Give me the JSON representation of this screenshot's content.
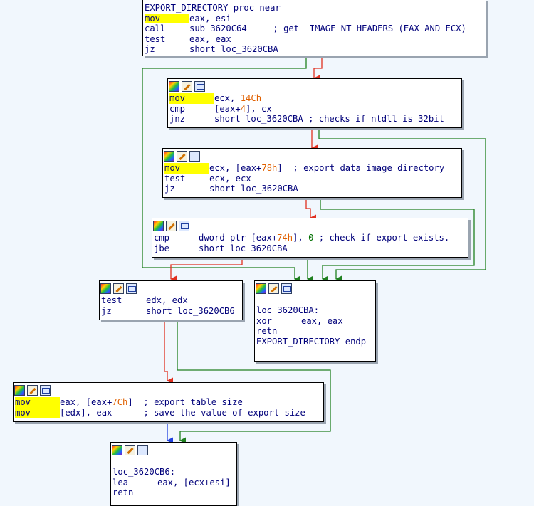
{
  "colors": {
    "background": "#f1f7fd",
    "node_fill": "#ffffff",
    "text": "#00007a",
    "highlight": "#ffff00",
    "hex_number": "#e06000",
    "zero_number": "#007000",
    "edge_false": "#e03020",
    "edge_true": "#208020",
    "edge_unconditional": "#2040e0"
  },
  "header_icons": [
    "graph-overview-icon",
    "rename-icon",
    "xrefs-icon"
  ],
  "block1": {
    "proc_line": "EXPORT_DIRECTORY proc near",
    "lines": [
      {
        "mnem": "mov",
        "ops": "eax, esi",
        "extra": ""
      },
      {
        "mnem": "call",
        "ops": "sub_3620C64",
        "extra": "     ; get _IMAGE_NT_HEADERS (EAX AND ECX)"
      },
      {
        "mnem": "test",
        "ops": "eax, eax",
        "extra": ""
      },
      {
        "mnem": "jz",
        "ops": "short loc_3620CBA",
        "extra": ""
      }
    ]
  },
  "block2": {
    "l1": {
      "mnem": "mov",
      "pre": "ecx, ",
      "num": "14Ch",
      "post": ""
    },
    "l2": {
      "mnem": "cmp",
      "pre": "[eax+",
      "num": "4",
      "post": "], cx"
    },
    "l3": {
      "mnem": "jnz",
      "text": "short loc_3620CBA ; checks if ntdll is 32bit"
    }
  },
  "block3": {
    "l1": {
      "mnem": "mov",
      "pre": "ecx, [eax+",
      "num": "78h",
      "post": "]  ; export data image directory"
    },
    "l2": {
      "mnem": "test",
      "text": "ecx, ecx"
    },
    "l3": {
      "mnem": "jz",
      "text": "short loc_3620CBA"
    }
  },
  "block4": {
    "l1": {
      "mnem": "cmp",
      "pre": "dword ptr [eax+",
      "num": "74h",
      "mid": "], ",
      "zero": "0",
      "post": " ; check if export exists."
    },
    "l2": {
      "mnem": "jbe",
      "text": "short loc_3620CBA"
    }
  },
  "block5": {
    "l1": {
      "mnem": "test",
      "text": "edx, edx"
    },
    "l2": {
      "mnem": "jz",
      "text": "short loc_3620CB6"
    }
  },
  "block6": {
    "label": "loc_3620CBA:",
    "l1": {
      "mnem": "xor",
      "text": "eax, eax"
    },
    "l2": {
      "mnem": "retn",
      "text": ""
    },
    "endp": "EXPORT_DIRECTORY endp"
  },
  "block7": {
    "l1": {
      "mnem": "mov",
      "pre": "eax, [eax+",
      "num": "7Ch",
      "post": "]  ; export table size"
    },
    "l2": {
      "mnem": "mov",
      "text": "[edx], eax      ; save the value of export size"
    }
  },
  "block8": {
    "label": "loc_3620CB6:",
    "l1": {
      "mnem": "lea",
      "text": "eax, [ecx+esi]"
    },
    "l2": {
      "mnem": "retn",
      "text": ""
    }
  }
}
